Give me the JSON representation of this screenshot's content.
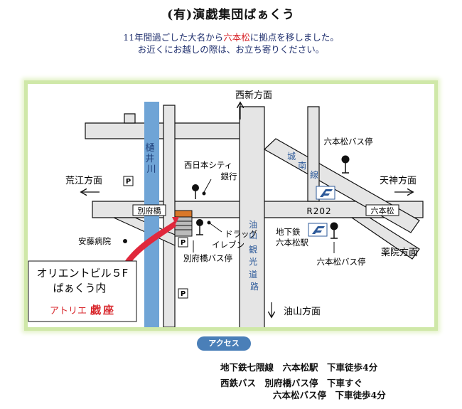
{
  "page": {
    "title": "(有)演戯集団ばぁくう",
    "notice_line1_pre": "11年間過ごした大名から",
    "notice_line1_highlight": "六本松",
    "notice_line1_post": "に拠点を移しました。",
    "notice_line2": "お近くにお越しの際は、お立ち寄りください。"
  },
  "map": {
    "labels": {
      "nishi_shin": "西新方面",
      "arae": "荒江方面",
      "tenjin": "天神方面",
      "yakuin": "薬院方面",
      "aburayama": "油山方面",
      "hii_river": [
        "樋",
        "井",
        "川"
      ],
      "nishinippon_city": "西日本シティ",
      "bank": "銀行",
      "jonan_line": [
        "城",
        "南",
        "線"
      ],
      "ropponmatsu_bus_top": "六本松バス停",
      "r202": "R202",
      "ropponmatsu_sign": "六本松",
      "beppubashi_sign": "別府橋",
      "subway_1": "地下鉄",
      "subway_2": "六本松駅",
      "drug_1": "ドラッグ",
      "drug_2": "イレブン",
      "beppubashi_bus": "別府橋バス停",
      "ando_hospital": "安藤病院",
      "aburayama_road": [
        "油",
        "山",
        "観",
        "光",
        "道",
        "路"
      ],
      "ropponmatsu_bus_bottom": "六本松バス停",
      "parking": "P",
      "bldg_1": "オリエントビル５F",
      "bldg_2": "ばぁくう内",
      "atelier": "アトリエ",
      "atelier_name": "戯座"
    },
    "colors": {
      "road": "#e5e5e5",
      "river": "#6fa4d6",
      "line_text": "#2d5a9a",
      "pointer": "#e0283c",
      "accent_red": "#d8262b"
    }
  },
  "access": {
    "badge": "アクセス",
    "row1": "地下鉄七隈線　六本松駅　下車徒歩4分",
    "row2": "西鉄バス　別府橋バス停　下車すぐ",
    "row3": "六本松バス停　下車徒歩4分"
  }
}
